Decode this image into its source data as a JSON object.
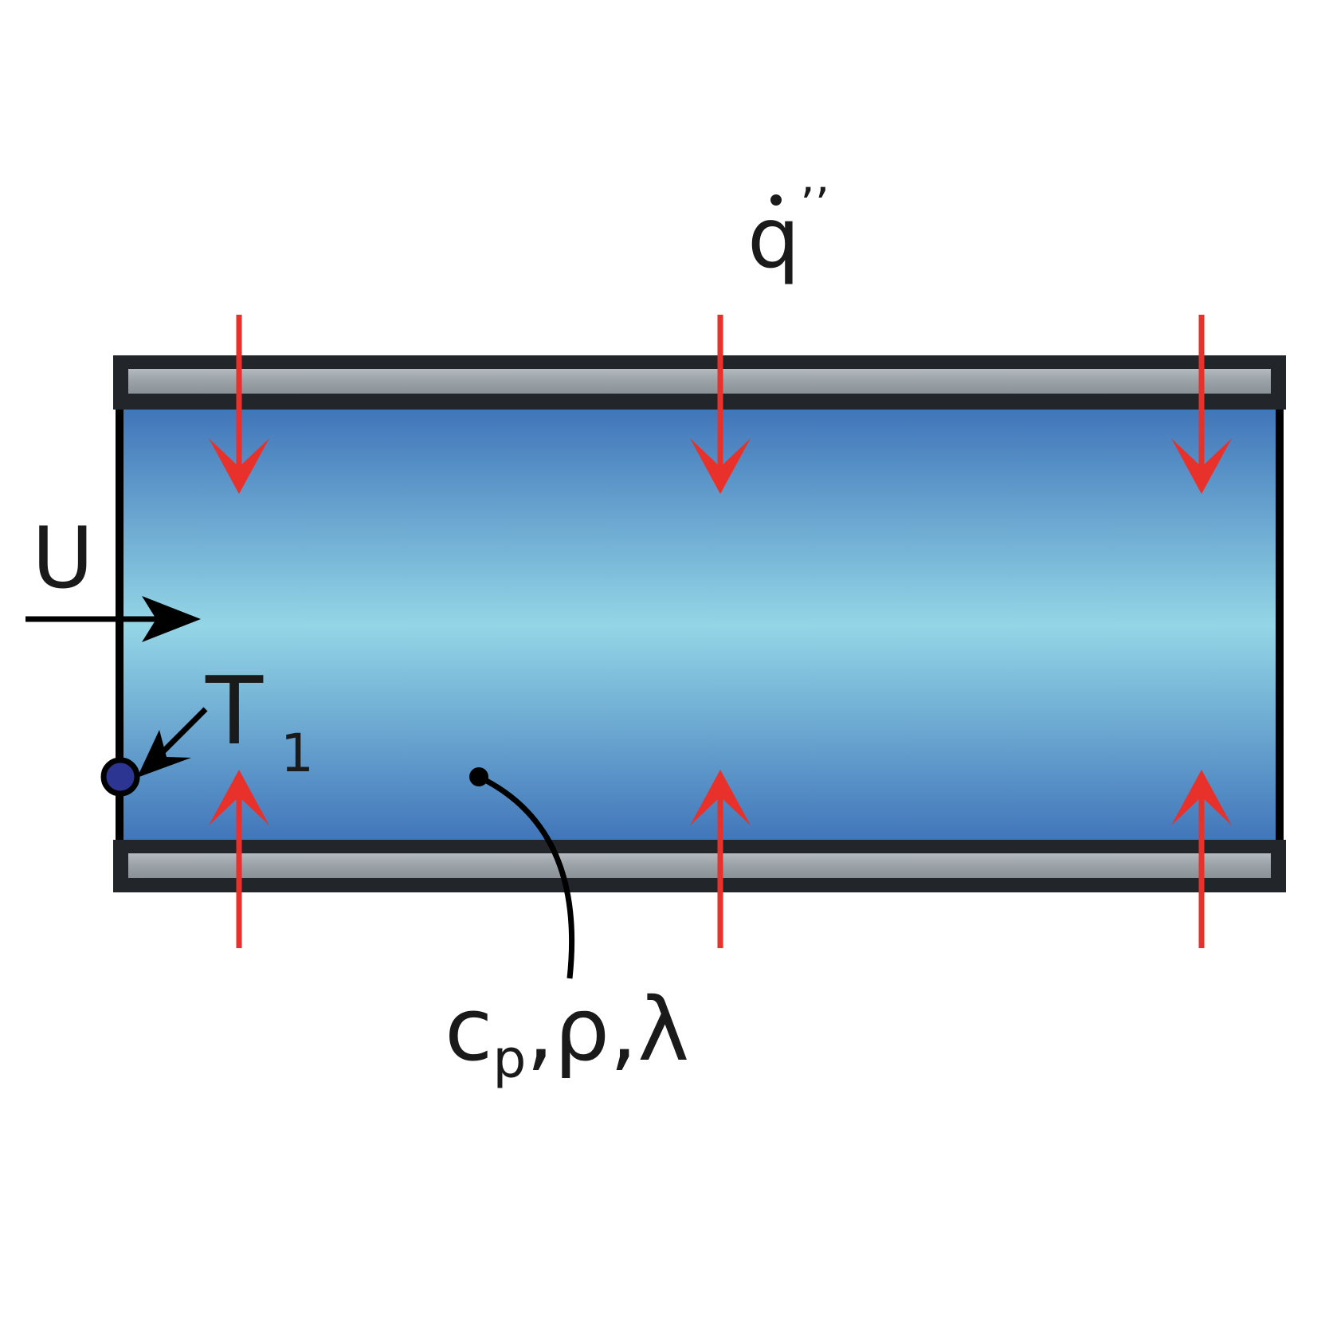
{
  "labels": {
    "flux_symbol": "q",
    "flux_primes": "’’",
    "velocity": "U",
    "temperature": "T",
    "temperature_index": "1",
    "property_cp": "c",
    "property_cp_sub": "p",
    "property_rest": ",ρ,λ",
    "property_comma": ","
  },
  "colors": {
    "flux_arrow": "#e8312b",
    "wall_dark": "#22262a",
    "wall_metal": "#9aa1a7",
    "fluid_edge": "#3f74b9",
    "fluid_center": "#94d6e6",
    "probe_fill": "#2c3592",
    "line": "#000000"
  }
}
